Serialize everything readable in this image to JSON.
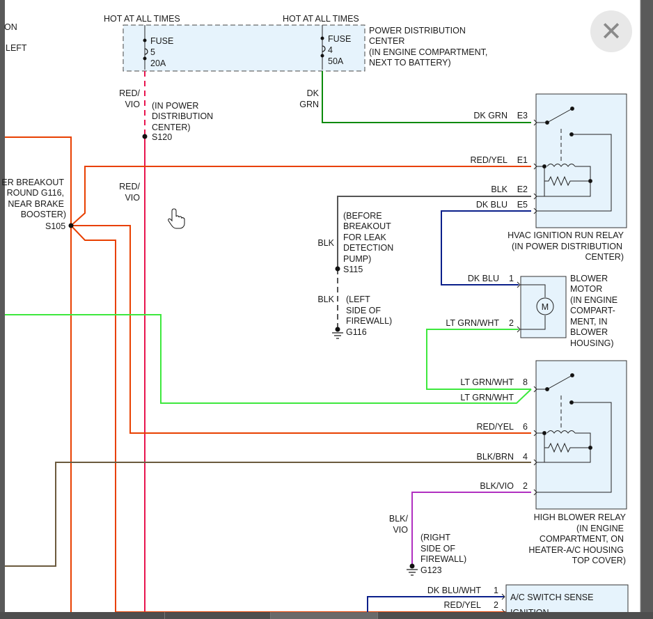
{
  "page": {
    "close_icon": "close-icon",
    "cursor_icon": "hand-pointer-icon"
  },
  "pdc": {
    "hot1": "HOT AT ALL TIMES",
    "hot2": "HOT AT ALL TIMES",
    "fuse5": [
      "FUSE",
      "5",
      "20A"
    ],
    "fuse4": [
      "FUSE",
      "4",
      "50A"
    ],
    "label": [
      "POWER DISTRIBUTION",
      "CENTER",
      "(IN ENGINE COMPARTMENT,",
      "NEXT TO BATTERY)"
    ]
  },
  "left_edge": {
    "frag1": "ON",
    "frag2": "LEFT"
  },
  "wires": {
    "red_vio_top": [
      "RED/",
      "VIO"
    ],
    "red_vio_mid": [
      "RED/",
      "VIO"
    ],
    "dk_grn": [
      "DK",
      "GRN"
    ],
    "dk_grn_e3": "DK GRN",
    "e3": "E3",
    "red_yel_e1": "RED/YEL",
    "e1": "E1",
    "blk_e2": "BLK",
    "e2": "E2",
    "dk_blu_e5": "DK BLU",
    "e5": "E5",
    "dk_blu_1": "DK BLU",
    "pin1": "1",
    "lt_grn_wht_2": "LT GRN/WHT",
    "pin2": "2",
    "lt_grn_wht_8": "LT GRN/WHT",
    "pin8": "8",
    "lt_grn_wht_lower": "LT GRN/WHT",
    "red_yel_6": "RED/YEL",
    "pin6": "6",
    "blk_brn_4": "BLK/BRN",
    "pin4": "4",
    "blk_vio_2": "BLK/VIO",
    "pin2b": "2",
    "blk_vio_side": [
      "BLK/",
      "VIO"
    ],
    "dk_blu_wht_1": "DK BLU/WHT",
    "pin1b": "1",
    "red_yel_2": "RED/YEL",
    "pin2c": "2",
    "blk_s115_upper": "BLK",
    "blk_s115_lower": "BLK"
  },
  "splices": {
    "s120": "S120",
    "s120_note": [
      "(IN POWER",
      "DISTRIBUTION",
      "CENTER)"
    ],
    "s105": "S105",
    "s105_note": [
      "ER BREAKOUT",
      "ROUND G116,",
      "NEAR BRAKE",
      "BOOSTER)"
    ],
    "s115": "S115",
    "s115_note": [
      "(BEFORE",
      "BREAKOUT",
      "FOR LEAK",
      "DETECTION",
      "PUMP)"
    ],
    "g116": "G116",
    "g116_note": [
      "(LEFT",
      "SIDE OF",
      "FIREWALL)"
    ],
    "g123": "G123",
    "g123_note": [
      "(RIGHT",
      "SIDE OF",
      "FIREWALL)"
    ]
  },
  "components": {
    "hvac_relay": [
      "HVAC IGNITION RUN RELAY",
      "(IN POWER DISTRIBUTION",
      "CENTER)"
    ],
    "blower_motor": [
      "BLOWER",
      "MOTOR",
      "(IN ENGINE",
      "COMPART-",
      "MENT, IN",
      "BLOWER",
      "HOUSING)"
    ],
    "motor_symbol": "M",
    "high_blower_relay": [
      "HIGH BLOWER RELAY",
      "(IN ENGINE",
      "COMPARTMENT, ON",
      "HEATER-A/C HOUSING",
      "TOP COVER)"
    ],
    "ac_switch": [
      "A/C SWITCH SENSE",
      "IGNITION"
    ]
  },
  "colors": {
    "red_vio": "#e8144e",
    "red_yel": "#e84000",
    "dk_grn": "#0a8a0a",
    "dk_blu": "#0a1f8a",
    "lt_grn": "#3de83d",
    "blk": "#555555",
    "blk_brn": "#6b5a3e",
    "blk_vio": "#b030c0",
    "box_fill": "#e6f3fc",
    "background": "#ffffff"
  }
}
